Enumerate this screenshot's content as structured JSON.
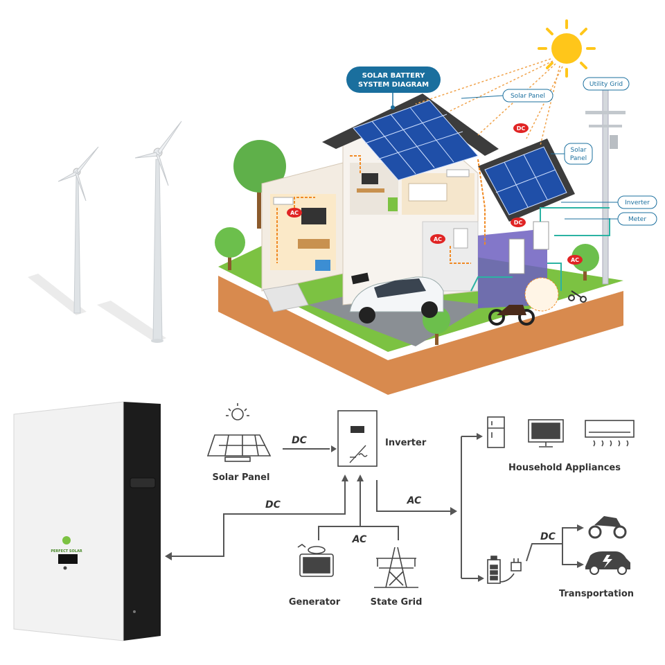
{
  "house": {
    "diagram_title_line1": "SOLAR BATTERY",
    "diagram_title_line2": "SYSTEM DIAGRAM",
    "callout_solar_panel_1": "Solar Panel",
    "callout_solar_panel_2_line1": "Solar",
    "callout_solar_panel_2_line2": "Panel",
    "callout_utility_grid": "Utility Grid",
    "callout_inverter": "Inverter",
    "callout_meter": "Meter",
    "badge_ac_1": "AC",
    "badge_ac_2": "AC",
    "badge_ac_3": "AC",
    "badge_dc_1": "DC",
    "badge_dc_2": "DC"
  },
  "battery": {
    "brand": "PERFECT SOLAR"
  },
  "flow": {
    "solar_panel": "Solar Panel",
    "inverter": "Inverter",
    "household_appliances": "Household Appliances",
    "generator": "Generator",
    "state_grid": "State Grid",
    "transportation": "Transportation",
    "dc_solar_to_inverter": "DC",
    "dc_battery": "DC",
    "ac_inverter_out": "AC",
    "ac_sources": "AC",
    "dc_transport": "DC",
    "inverter_symbol": "~/~"
  },
  "colors": {
    "grass": "#7cc242",
    "soil": "#d88a4e",
    "panel": "#1f4fa8",
    "roof": "#3c3c3c",
    "callout": "#1a6f9e",
    "badge": "#e02424",
    "wire_orange": "#f08a24",
    "wire_teal": "#2bb3a3",
    "sun": "#ffc61a"
  }
}
